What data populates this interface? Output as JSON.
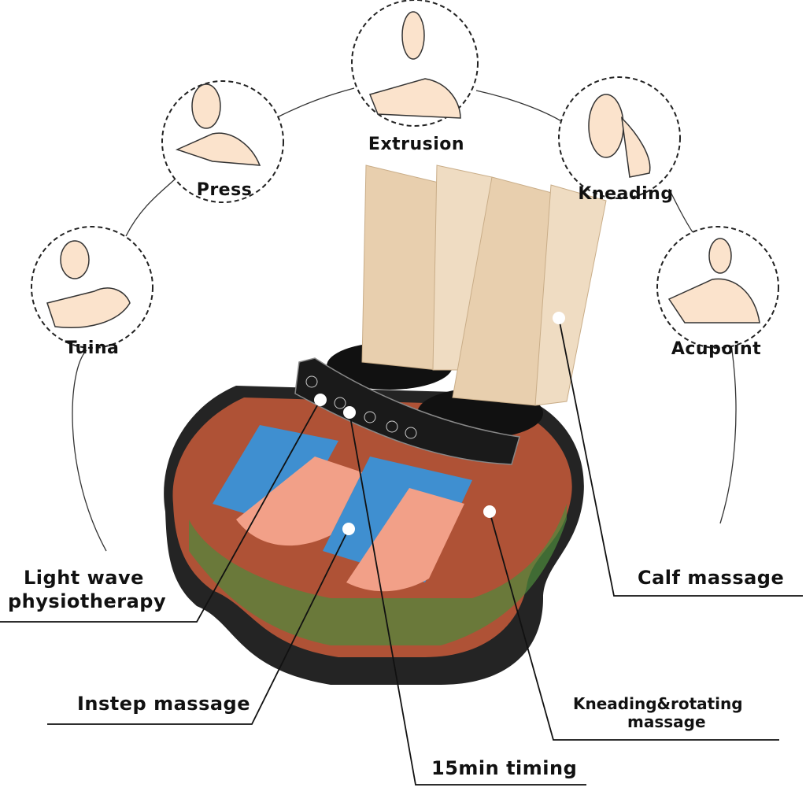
{
  "techniques": [
    {
      "label": "Tuina"
    },
    {
      "label": "Press"
    },
    {
      "label": "Extrusion"
    },
    {
      "label": "Kneading"
    },
    {
      "label": "Acupoint"
    }
  ],
  "callouts": {
    "light_wave_line1": "Light wave",
    "light_wave_line2": "physiotherapy",
    "instep": "Instep massage",
    "timing": "15min timing",
    "kneading_line1": "Kneading&rotating",
    "kneading_line2": "massage",
    "calf": "Calf massage"
  },
  "colors": {
    "skin": "#fbe3cc",
    "wrap": "#e8cfae",
    "pad": "#3f8fd0",
    "shell": "#2a2a2a",
    "glow": "#e8553a"
  }
}
